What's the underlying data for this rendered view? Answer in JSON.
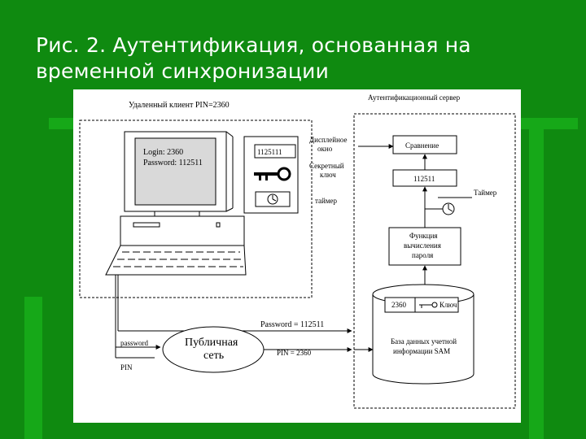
{
  "slide": {
    "title_line1": "Рис. 2. Аутентификация, основанная на",
    "title_line2": "временной синхронизации"
  },
  "diagram": {
    "client_label": "Удаленный клиент PIN=2360",
    "server_label": "Аутентификационный сервер",
    "screen_login": "Login: 2360",
    "screen_password": "Password: 112511",
    "token_display": "1125111",
    "label_display_window_1": "Дисплейное",
    "label_display_window_2": "окно",
    "label_secret_key_1": "Секретный",
    "label_secret_key_2": "ключ",
    "label_timer_client": "таймер",
    "compare_box": "Сравнение",
    "server_value_box": "112511",
    "label_timer_server": "Таймер",
    "function_box_1": "Функция",
    "function_box_2": "вычисления",
    "function_box_3": "пароля",
    "db_pin": "2360",
    "db_key": "Ключ",
    "db_caption_1": "База данных учетной",
    "db_caption_2": "информации SAM",
    "password_transmit": "Password = 112511",
    "password_label": "password",
    "pin_label": "PIN",
    "network_1": "Публичная",
    "network_2": "сеть",
    "pin_transmit": "PIN = 2360"
  }
}
